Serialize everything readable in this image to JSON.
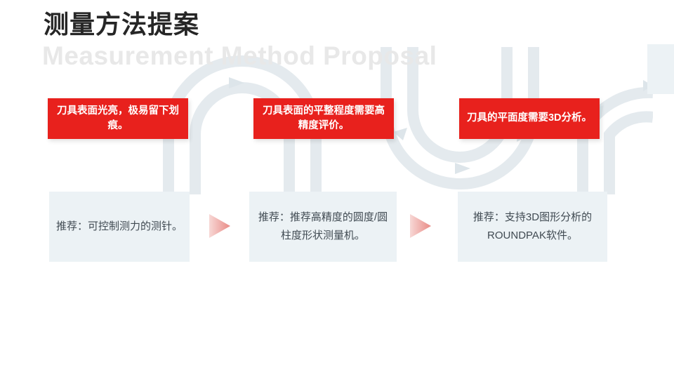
{
  "slide": {
    "title_zh": "测量方法提案",
    "title_en": "Measurement Method Proposal",
    "background_color": "#ffffff",
    "accent_color": "#e8211d",
    "card_bg_color": "#ecf2f5"
  },
  "problem_cards": [
    {
      "id": "problem-1",
      "text": "刀具表面光亮，极易留下划痕。"
    },
    {
      "id": "problem-2",
      "text": "刀具表面的平整程度需要高精度评价。"
    },
    {
      "id": "problem-3",
      "text": "刀具的平面度需要3D分析。"
    }
  ],
  "recommendation_cards": [
    {
      "id": "recommendation-1",
      "text": "推荐：可控制测力的测针。"
    },
    {
      "id": "recommendation-2",
      "text": "推荐：推荐高精度的圆度/圆柱度形状测量机。"
    },
    {
      "id": "recommendation-3",
      "text": "推荐：支持3D图形分析的ROUNDPAK软件。"
    }
  ],
  "arrows": [
    {
      "id": "flow-arrow-1",
      "direction": "right"
    },
    {
      "id": "flow-arrow-2",
      "direction": "right"
    }
  ],
  "decoration": {
    "watermark_name": "serpentine-arrow-path-watermark",
    "watermark_color": "#e3e9ed",
    "edge_block_color": "#ecf2f5"
  }
}
